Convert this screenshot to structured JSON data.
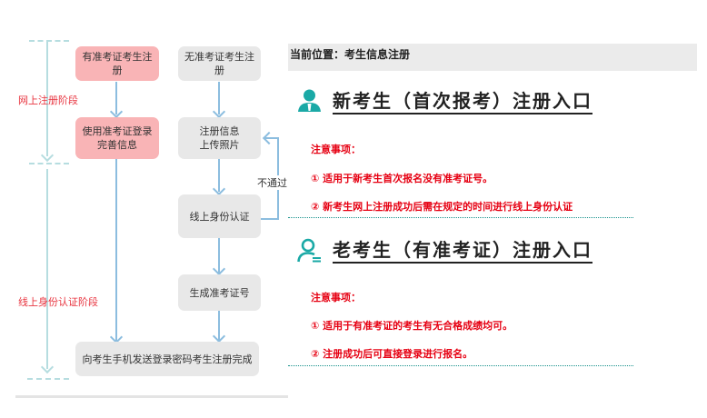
{
  "flowchart": {
    "stages": [
      {
        "label": "网上注册阶段"
      },
      {
        "label": "线上身份认证阶段"
      }
    ],
    "boxes": {
      "has_ticket_register": "有准考证考生注册",
      "has_ticket_register_l1": "有准考证考生注",
      "has_ticket_register_l2": "册",
      "login_complete_l1": "使用准考证登录",
      "login_complete_l2": "完善信息",
      "no_ticket_register_l1": "无准考证考生注",
      "no_ticket_register_l2": "册",
      "register_upload_l1": "注册信息",
      "register_upload_l2": "上传照片",
      "online_verify": "线上身份认证",
      "generate_ticket": "生成准考证号",
      "send_password": "向考生手机发送登录密码考生注册完成"
    },
    "reject_label": "不通过",
    "colors": {
      "pink_box": "#f9b4b6",
      "gray_box": "#e8e8e8",
      "arrow": "#8cbddf",
      "stage_label": "#e8343f"
    }
  },
  "breadcrumb": {
    "text": "当前位置：考生信息注册"
  },
  "entries": [
    {
      "icon": "user-filled-icon",
      "title": "新考生（首次报考）注册入口",
      "notes_heading": "注意事项：",
      "notes": [
        "① 适用于新考生首次报名没有准考证号。",
        "② 新考生网上注册成功后需在规定的时间进行线上身份认证"
      ]
    },
    {
      "icon": "user-outline-icon",
      "title": "老考生（有准考证）注册入口",
      "notes_heading": "注意事项：",
      "notes": [
        "① 适用于有准考证的考生有无合格成绩均可。",
        "② 注册成功后可直接登录进行报名。"
      ]
    }
  ],
  "colors": {
    "accent_teal": "#1aa9a6",
    "notice_red": "#e60012",
    "breadcrumb_bg": "#ebebeb"
  }
}
